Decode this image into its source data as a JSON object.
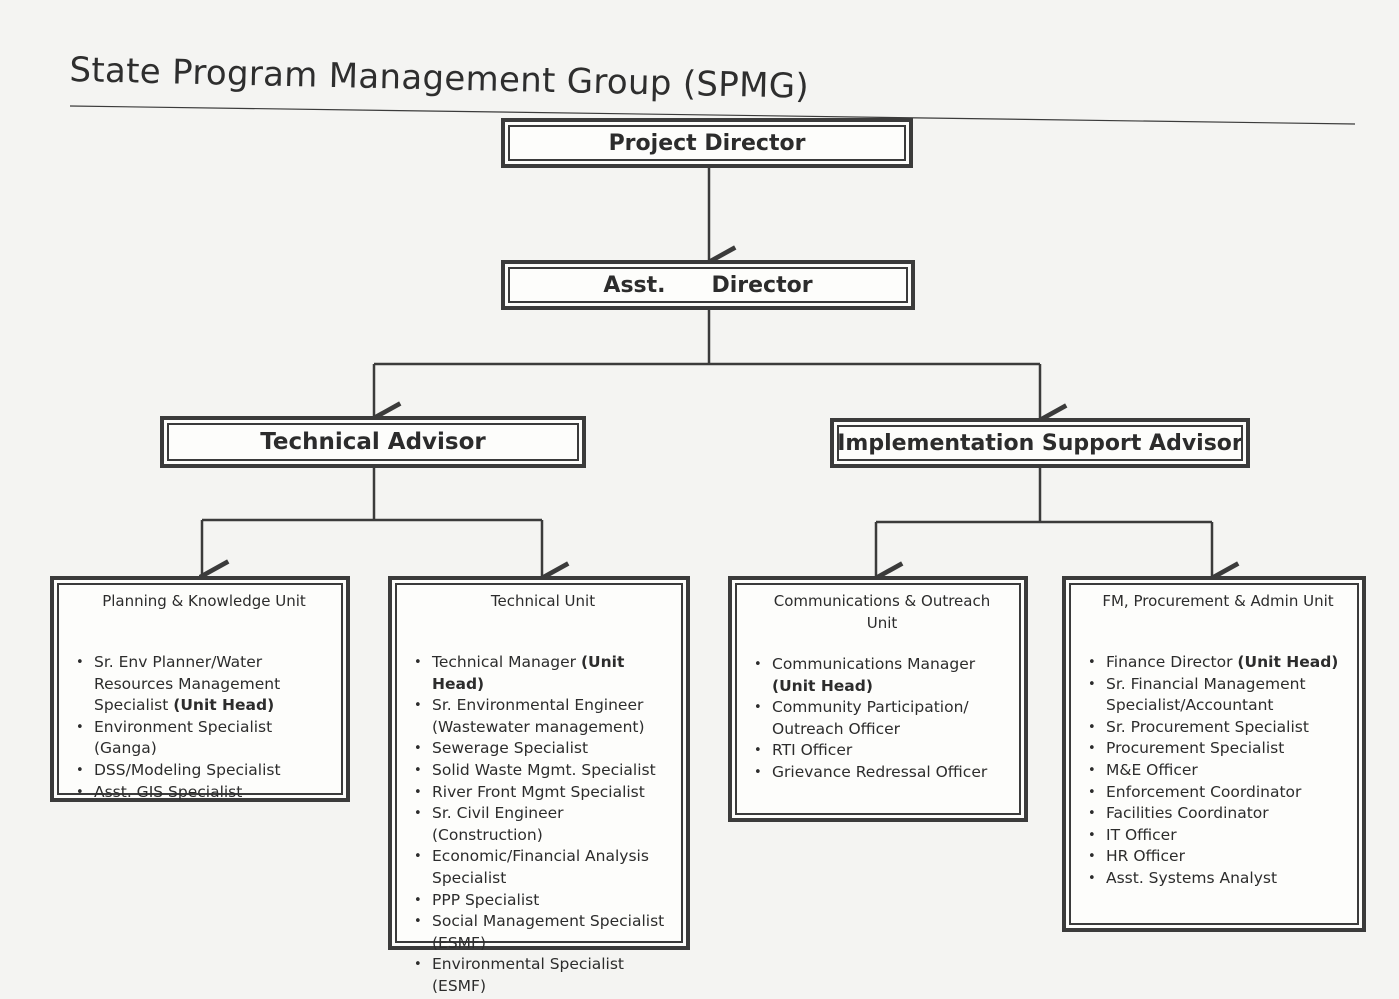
{
  "title": "State Program Management Group (SPMG)",
  "roles": {
    "project_director": "Project Director",
    "asst_director": "Asst.      Director",
    "technical_advisor": "Technical Advisor",
    "implementation_advisor": "Implementation Support Advisor"
  },
  "units": [
    {
      "title": "Planning & Knowledge Unit",
      "items": [
        {
          "text": "Sr. Env Planner/Water Resources Management Specialist ",
          "head": "(Unit Head)"
        },
        {
          "text": "Environment Specialist (Ganga)",
          "head": ""
        },
        {
          "text": "DSS/Modeling Specialist",
          "head": ""
        },
        {
          "text": "Asst. GIS Specialist",
          "head": ""
        }
      ]
    },
    {
      "title": "Technical Unit",
      "items": [
        {
          "text": "Technical Manager ",
          "head": "(Unit Head)"
        },
        {
          "text": "Sr. Environmental Engineer (Wastewater management)",
          "head": ""
        },
        {
          "text": "Sewerage Specialist",
          "head": ""
        },
        {
          "text": "Solid Waste Mgmt. Specialist",
          "head": ""
        },
        {
          "text": "River Front Mgmt Specialist",
          "head": ""
        },
        {
          "text": "Sr. Civil Engineer (Construction)",
          "head": ""
        },
        {
          "text": "Economic/Financial Analysis Specialist",
          "head": ""
        },
        {
          "text": "PPP Specialist",
          "head": ""
        },
        {
          "text": "Social Management Specialist (ESMF)",
          "head": ""
        },
        {
          "text": "Environmental Specialist (ESMF)",
          "head": ""
        }
      ]
    },
    {
      "title": "Communications & Outreach Unit",
      "items": [
        {
          "text": "Communications Manager ",
          "head": "(Unit Head)"
        },
        {
          "text": "Community Participation/ Outreach Officer",
          "head": ""
        },
        {
          "text": "RTI Officer",
          "head": ""
        },
        {
          "text": "Grievance Redressal Officer",
          "head": ""
        }
      ]
    },
    {
      "title": "FM, Procurement & Admin Unit",
      "items": [
        {
          "text": "Finance Director ",
          "head": "(Unit Head)"
        },
        {
          "text": "Sr. Financial Management Specialist/Accountant",
          "head": ""
        },
        {
          "text": "Sr. Procurement Specialist",
          "head": ""
        },
        {
          "text": "Procurement Specialist",
          "head": ""
        },
        {
          "text": "M&E Officer",
          "head": ""
        },
        {
          "text": "Enforcement Coordinator",
          "head": ""
        },
        {
          "text": "Facilities Coordinator",
          "head": ""
        },
        {
          "text": "IT Officer",
          "head": ""
        },
        {
          "text": "HR Officer",
          "head": ""
        },
        {
          "text": "Asst. Systems Analyst",
          "head": ""
        }
      ]
    }
  ]
}
